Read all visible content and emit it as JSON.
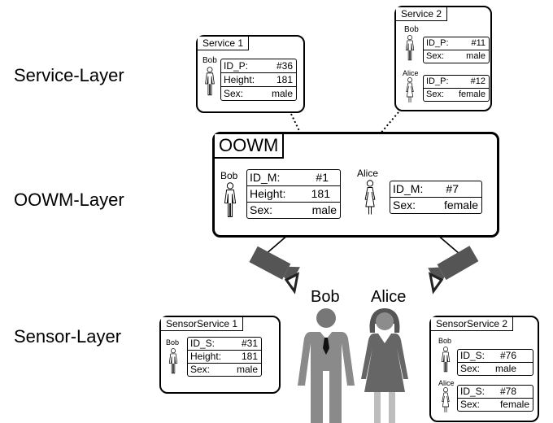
{
  "layers": {
    "service": "Service-Layer",
    "oowm": "OOWM-Layer",
    "sensor": "Sensor-Layer"
  },
  "service1": {
    "title": "Service 1",
    "person": "Bob",
    "rows": [
      {
        "key": "ID_P:",
        "value": "#36"
      },
      {
        "key": "Height:",
        "value": "181"
      },
      {
        "key": "Sex:",
        "value": "male"
      }
    ]
  },
  "service2": {
    "title": "Service 2",
    "bob": {
      "person": "Bob",
      "rows": [
        {
          "key": "ID_P:",
          "value": "#11"
        },
        {
          "key": "Sex:",
          "value": "male"
        }
      ]
    },
    "alice": {
      "person": "Alice",
      "rows": [
        {
          "key": "ID_P:",
          "value": "#12"
        },
        {
          "key": "Sex:",
          "value": "female"
        }
      ]
    }
  },
  "oowm": {
    "title": "OOWM",
    "bob": {
      "person": "Bob",
      "rows": [
        {
          "key": "ID_M:",
          "value": "#1"
        },
        {
          "key": "Height:",
          "value": "181"
        },
        {
          "key": "Sex:",
          "value": "male"
        }
      ]
    },
    "alice": {
      "person": "Alice",
      "rows": [
        {
          "key": "ID_M:",
          "value": "#7"
        },
        {
          "key": "Sex:",
          "value": "female"
        }
      ]
    }
  },
  "sensor1": {
    "title": "SensorService 1",
    "person": "Bob",
    "rows": [
      {
        "key": "ID_S:",
        "value": "#31"
      },
      {
        "key": "Height:",
        "value": "181"
      },
      {
        "key": "Sex:",
        "value": "male"
      }
    ]
  },
  "sensor2": {
    "title": "SensorService 2",
    "bob": {
      "person": "Bob",
      "rows": [
        {
          "key": "ID_S:",
          "value": "#76"
        },
        {
          "key": "Sex:",
          "value": "male"
        }
      ]
    },
    "alice": {
      "person": "Alice",
      "rows": [
        {
          "key": "ID_S:",
          "value": "#78"
        },
        {
          "key": "Sex:",
          "value": "female"
        }
      ]
    }
  },
  "scene": {
    "bob": "Bob",
    "alice": "Alice"
  },
  "colors": {
    "camera": "#555555",
    "bob_suit": "#8a8a8a",
    "bob_head": "#777777",
    "alice_dress": "#666666",
    "alice_head": "#8c8c8c",
    "alice_legs": "#bdbdbd"
  }
}
